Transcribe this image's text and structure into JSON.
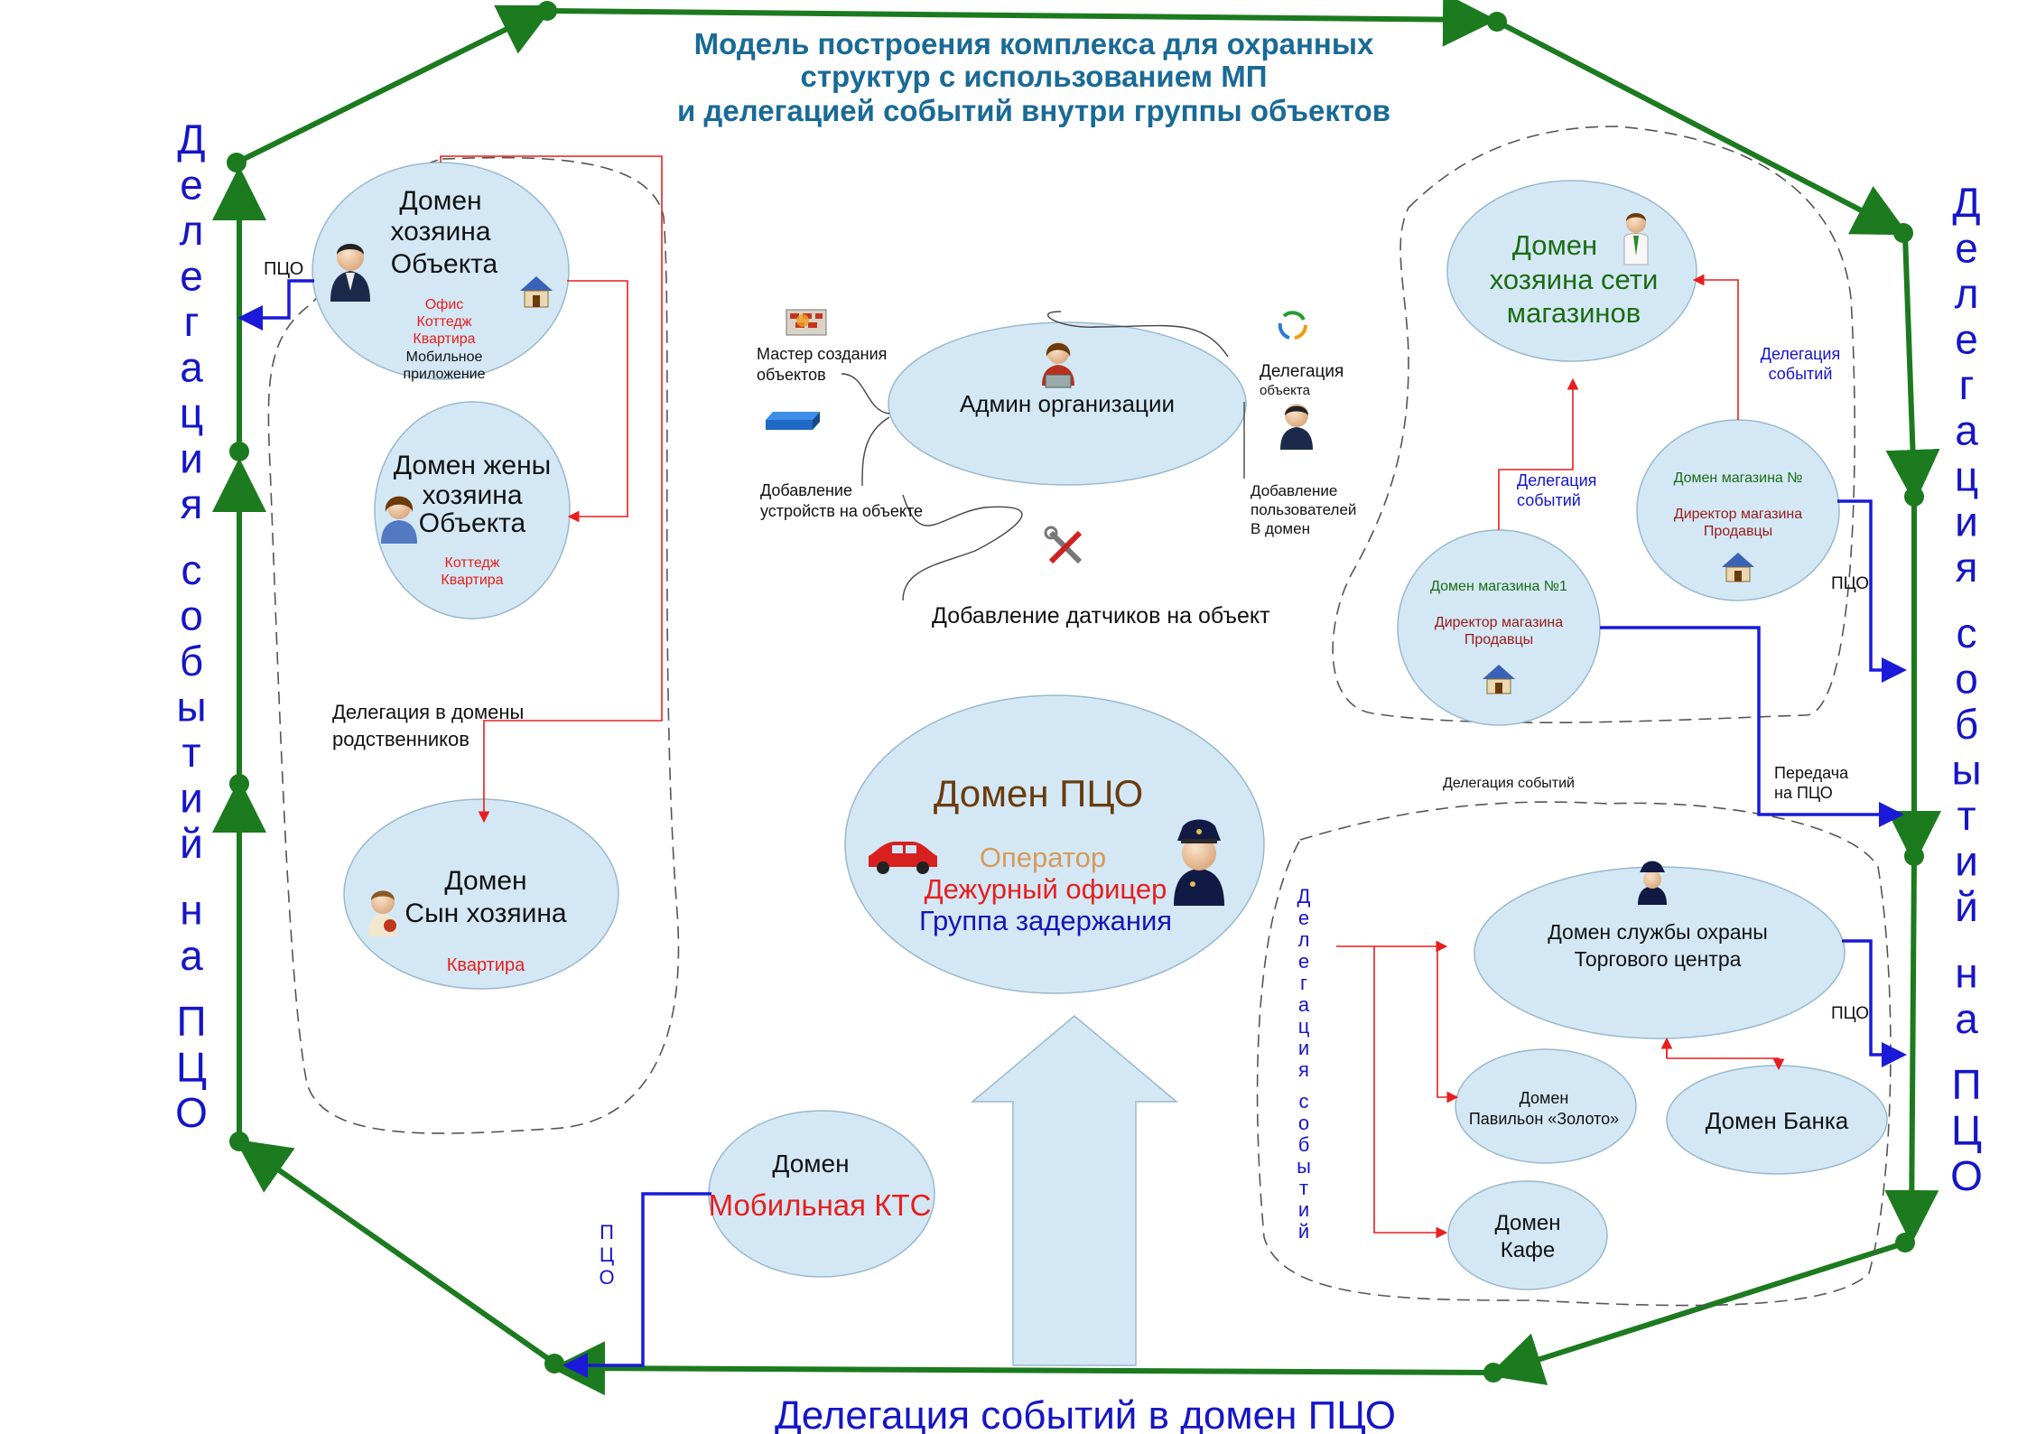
{
  "title": [
    "Модель построения комплекса для охранных",
    "структур с использованием МП",
    "и делегацией событий внутри группы объектов"
  ],
  "left_vertical": [
    "Д",
    "е",
    "л",
    "е",
    "г",
    "а",
    "ц",
    "и",
    "я",
    "",
    "с",
    "о",
    "б",
    "ы",
    "т",
    "и",
    "й",
    "",
    "н",
    "а",
    "",
    "П",
    "Ц",
    "О"
  ],
  "right_vertical": [
    "Д",
    "е",
    "л",
    "е",
    "г",
    "а",
    "ц",
    "и",
    "я",
    "",
    "с",
    "о",
    "б",
    "ы",
    "т",
    "и",
    "й",
    "",
    "н",
    "а",
    "",
    "П",
    "Ц",
    "О"
  ],
  "bottom_caption": "Делегация событий в домен ПЦО",
  "owner": {
    "title": [
      "Домен",
      "хозяина",
      "Объекта"
    ],
    "items_red": [
      "Офис",
      "Коттедж",
      "Квартира"
    ],
    "items_black": [
      "Мобильное",
      "приложение"
    ],
    "pco_label": "ПЦО",
    "icon": "businessman-icon",
    "house_icon": "house-icon"
  },
  "wife": {
    "title": [
      "Домен жены",
      "хозяина",
      "Объекта"
    ],
    "items_red": [
      "Коттедж",
      "Квартира"
    ],
    "icon": "woman-icon"
  },
  "relatives_label": [
    "Делегация в домены",
    "родственников"
  ],
  "son": {
    "title": [
      "Домен",
      "Сын хозяина"
    ],
    "item_red": "Квартира",
    "icon": "boy-icon"
  },
  "admin": {
    "title": "Админ организации",
    "icon": "admin-icon",
    "master": [
      "Мастер создания",
      "объектов"
    ],
    "devices": [
      "Добавление",
      "устройств на объекте"
    ],
    "sensors": "Добавление датчиков на объект",
    "delegation": [
      "Делегация",
      "объекта"
    ],
    "users": [
      "Добавление",
      "пользователей",
      "В домен"
    ],
    "master_icon": "firewall-icon",
    "device_icon": "device-icon",
    "sensor_icon": "tools-icon",
    "delegation_icon": "recycle-icon",
    "user_icon": "user-icon"
  },
  "chain_owner": {
    "title": [
      "Домен",
      "хозяина сети",
      "магазинов"
    ],
    "icon": "manager-icon",
    "delegation_label": [
      "Делегация",
      "событий"
    ]
  },
  "store1": {
    "title": "Домен магазина №1",
    "items": [
      "Директор магазина",
      "Продавцы"
    ],
    "delegation_label": [
      "Делегация",
      "событий"
    ],
    "icon": "house-icon"
  },
  "store2": {
    "title": "Домен магазина №",
    "items": [
      "Директор магазина",
      "Продавцы"
    ],
    "pco_label": "ПЦО",
    "icon": "house-icon"
  },
  "transfer_label": [
    "Передача",
    "на ПЦО"
  ],
  "delegation_events_label": "Делегация событий",
  "pco_domain": {
    "title": "Домен ПЦО",
    "operator": "Оператор",
    "officer": "Дежурный офицер",
    "group": "Группа задержания",
    "car_icon": "car-icon",
    "police_icon": "police-officer-icon"
  },
  "mobile_kts": {
    "title": "Домен",
    "subtitle": "Мобильная КТС",
    "pco_label": [
      "П",
      "Ц",
      "О"
    ]
  },
  "mall_security": {
    "title": [
      "Домен службы охраны",
      "Торгового центра"
    ],
    "pco_label": "ПЦО",
    "vertical_label": [
      "Д",
      "е",
      "л",
      "е",
      "г",
      "а",
      "ц",
      "и",
      "я",
      "",
      "с",
      "о",
      "б",
      "ы",
      "т",
      "и",
      "й"
    ],
    "icon": "guard-icon"
  },
  "pavilion": {
    "title": [
      "Домен",
      "Павильон «Золото»"
    ]
  },
  "bank": {
    "title": "Домен Банка"
  },
  "cafe": {
    "title": [
      "Домен",
      "Кафе"
    ]
  }
}
